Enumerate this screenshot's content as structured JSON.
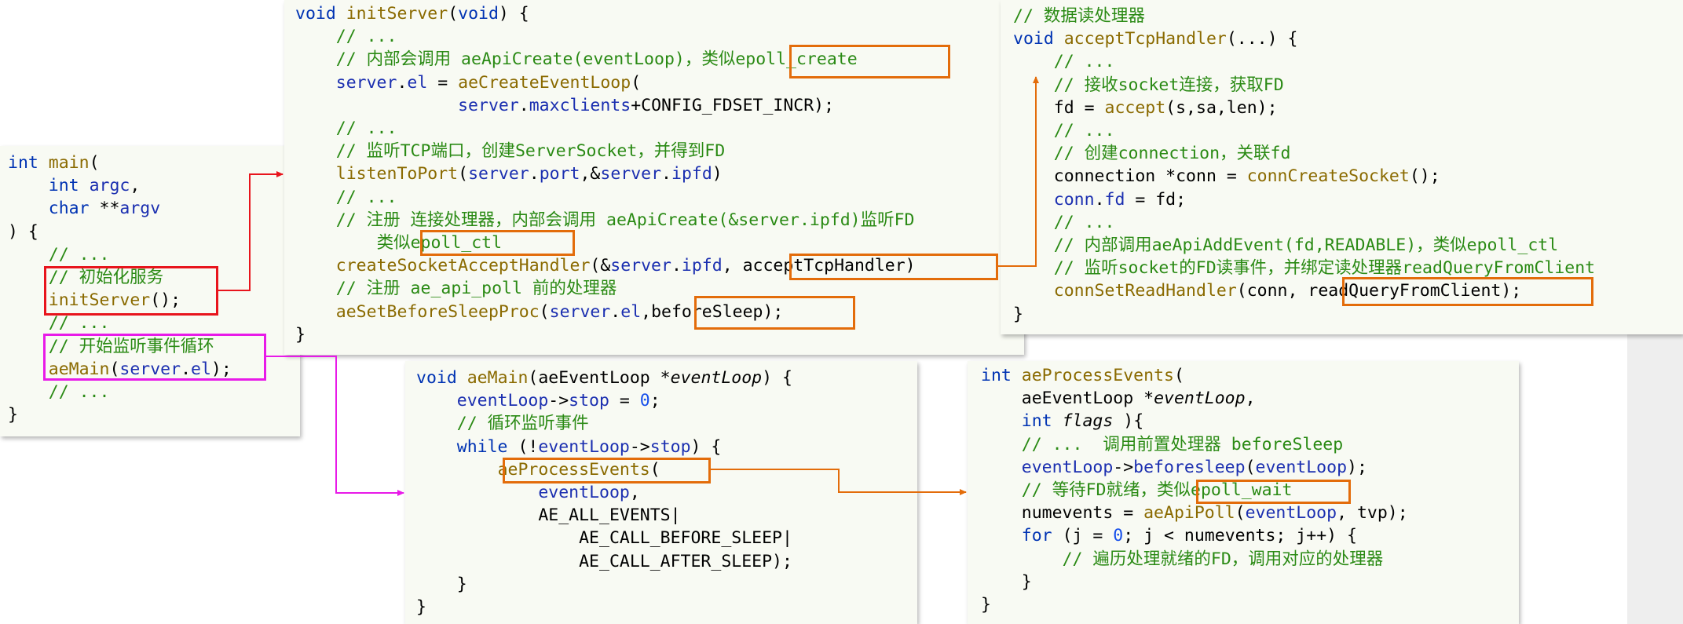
{
  "colors": {
    "keyword": "#0033b3",
    "function": "#8a6a00",
    "field": "#1b2fb0",
    "comment": "#2a8a14",
    "number": "#1750eb",
    "highlight_orange": "#e36c0a",
    "highlight_red": "#e8141c",
    "highlight_magenta": "#e81ae8",
    "panel_background": "#f8faf3"
  },
  "main": {
    "lines": [
      [
        {
          "t": "int",
          "c": "kw"
        },
        {
          "t": " "
        },
        {
          "t": "main",
          "c": "fn"
        },
        {
          "t": "("
        }
      ],
      [
        {
          "t": "    "
        },
        {
          "t": "int",
          "c": "kw"
        },
        {
          "t": " "
        },
        {
          "t": "argc",
          "c": "fd"
        },
        {
          "t": ","
        }
      ],
      [
        {
          "t": "    "
        },
        {
          "t": "char",
          "c": "kw"
        },
        {
          "t": " **"
        },
        {
          "t": "argv",
          "c": "fd"
        }
      ],
      [
        {
          "t": ") {"
        }
      ],
      [
        {
          "t": "    "
        },
        {
          "t": "// ...",
          "c": "cm"
        }
      ],
      [
        {
          "t": "    "
        },
        {
          "t": "// 初始化服务",
          "c": "cm"
        }
      ],
      [
        {
          "t": "    "
        },
        {
          "t": "initServer",
          "c": "fn"
        },
        {
          "t": "();"
        }
      ],
      [
        {
          "t": "    "
        },
        {
          "t": "// ...",
          "c": "cm"
        }
      ],
      [
        {
          "t": "    "
        },
        {
          "t": "// 开始监听事件循环",
          "c": "cm"
        }
      ],
      [
        {
          "t": "    "
        },
        {
          "t": "aeMain",
          "c": "fn"
        },
        {
          "t": "("
        },
        {
          "t": "server",
          "c": "fd"
        },
        {
          "t": "."
        },
        {
          "t": "el",
          "c": "fd"
        },
        {
          "t": ");"
        }
      ],
      [
        {
          "t": "    "
        },
        {
          "t": "// ...",
          "c": "cm"
        }
      ],
      [
        {
          "t": "}"
        }
      ]
    ]
  },
  "init_server": {
    "lines": [
      [
        {
          "t": "void",
          "c": "kw"
        },
        {
          "t": " "
        },
        {
          "t": "initServer",
          "c": "fn"
        },
        {
          "t": "("
        },
        {
          "t": "void",
          "c": "kw"
        },
        {
          "t": ") {"
        }
      ],
      [
        {
          "t": "    "
        },
        {
          "t": "// ...",
          "c": "cm"
        }
      ],
      [
        {
          "t": "    "
        },
        {
          "t": "// 内部会调用 aeApiCreate(eventLoop)，类似epoll_create",
          "c": "cm"
        }
      ],
      [
        {
          "t": "    "
        },
        {
          "t": "server",
          "c": "fd"
        },
        {
          "t": "."
        },
        {
          "t": "el",
          "c": "fd"
        },
        {
          "t": " = "
        },
        {
          "t": "aeCreateEventLoop",
          "c": "fn"
        },
        {
          "t": "("
        }
      ],
      [
        {
          "t": "                "
        },
        {
          "t": "server",
          "c": "fd"
        },
        {
          "t": "."
        },
        {
          "t": "maxclients",
          "c": "fd"
        },
        {
          "t": "+CONFIG_FDSET_INCR);"
        }
      ],
      [
        {
          "t": "    "
        },
        {
          "t": "// ...",
          "c": "cm"
        }
      ],
      [
        {
          "t": "    "
        },
        {
          "t": "// 监听TCP端口，创建ServerSocket，并得到FD",
          "c": "cm"
        }
      ],
      [
        {
          "t": "    "
        },
        {
          "t": "listenToPort",
          "c": "fn"
        },
        {
          "t": "("
        },
        {
          "t": "server",
          "c": "fd"
        },
        {
          "t": "."
        },
        {
          "t": "port",
          "c": "fd"
        },
        {
          "t": ",&"
        },
        {
          "t": "server",
          "c": "fd"
        },
        {
          "t": "."
        },
        {
          "t": "ipfd",
          "c": "fd"
        },
        {
          "t": ")"
        }
      ],
      [
        {
          "t": "    "
        },
        {
          "t": "// ...",
          "c": "cm"
        }
      ],
      [
        {
          "t": "    "
        },
        {
          "t": "// 注册 连接处理器，内部会调用 aeApiCreate(&server.ipfd)监听FD",
          "c": "cm"
        }
      ],
      [
        {
          "t": "        "
        },
        {
          "t": "类似epoll_ctl",
          "c": "cm"
        }
      ],
      [
        {
          "t": "    "
        },
        {
          "t": "createSocketAcceptHandler",
          "c": "fn"
        },
        {
          "t": "(&"
        },
        {
          "t": "server",
          "c": "fd"
        },
        {
          "t": "."
        },
        {
          "t": "ipfd",
          "c": "fd"
        },
        {
          "t": ", acceptTcpHandler)"
        }
      ],
      [
        {
          "t": "    "
        },
        {
          "t": "// 注册 ae_api_poll 前的处理器",
          "c": "cm"
        }
      ],
      [
        {
          "t": "    "
        },
        {
          "t": "aeSetBeforeSleepProc",
          "c": "fn"
        },
        {
          "t": "("
        },
        {
          "t": "server",
          "c": "fd"
        },
        {
          "t": "."
        },
        {
          "t": "el",
          "c": "fd"
        },
        {
          "t": ",beforeSleep);"
        }
      ],
      [
        {
          "t": "}"
        }
      ]
    ]
  },
  "accept_handler": {
    "lines": [
      [
        {
          "t": "// 数据读处理器",
          "c": "cm"
        }
      ],
      [
        {
          "t": "void",
          "c": "kw"
        },
        {
          "t": " "
        },
        {
          "t": "acceptTcpHandler",
          "c": "fn"
        },
        {
          "t": "(...) {"
        }
      ],
      [
        {
          "t": "    "
        },
        {
          "t": "// ...",
          "c": "cm"
        }
      ],
      [
        {
          "t": "    "
        },
        {
          "t": "// 接收socket连接，获取FD",
          "c": "cm"
        }
      ],
      [
        {
          "t": "    fd = "
        },
        {
          "t": "accept",
          "c": "fn"
        },
        {
          "t": "(s,sa,len);"
        }
      ],
      [
        {
          "t": "    "
        },
        {
          "t": "// ...",
          "c": "cm"
        }
      ],
      [
        {
          "t": "    "
        },
        {
          "t": "// 创建connection，关联fd",
          "c": "cm"
        }
      ],
      [
        {
          "t": "    connection *conn = "
        },
        {
          "t": "connCreateSocket",
          "c": "fn"
        },
        {
          "t": "();"
        }
      ],
      [
        {
          "t": "    "
        },
        {
          "t": "conn",
          "c": "fd"
        },
        {
          "t": "."
        },
        {
          "t": "fd",
          "c": "fd"
        },
        {
          "t": " = fd;"
        }
      ],
      [
        {
          "t": "    "
        },
        {
          "t": "// ...",
          "c": "cm"
        }
      ],
      [
        {
          "t": "    "
        },
        {
          "t": "// 内部调用aeApiAddEvent(fd,READABLE)，类似epoll_ctl",
          "c": "cm"
        }
      ],
      [
        {
          "t": "    "
        },
        {
          "t": "// 监听socket的FD读事件，并绑定读处理器readQueryFromClient",
          "c": "cm"
        }
      ],
      [
        {
          "t": "    "
        },
        {
          "t": "connSetReadHandler",
          "c": "fn"
        },
        {
          "t": "(conn, readQueryFromClient);"
        }
      ],
      [
        {
          "t": "}"
        }
      ]
    ]
  },
  "ae_main": {
    "lines": [
      [
        {
          "t": "void",
          "c": "kw"
        },
        {
          "t": " "
        },
        {
          "t": "aeMain",
          "c": "fn"
        },
        {
          "t": "(aeEventLoop *"
        },
        {
          "t": "eventLoop",
          "c": "it"
        },
        {
          "t": ") {"
        }
      ],
      [
        {
          "t": "    "
        },
        {
          "t": "eventLoop",
          "c": "fd"
        },
        {
          "t": "->"
        },
        {
          "t": "stop",
          "c": "fd"
        },
        {
          "t": " = "
        },
        {
          "t": "0",
          "c": "nm"
        },
        {
          "t": ";"
        }
      ],
      [
        {
          "t": "    "
        },
        {
          "t": "// 循环监听事件",
          "c": "cm"
        }
      ],
      [
        {
          "t": "    "
        },
        {
          "t": "while",
          "c": "kw"
        },
        {
          "t": " (!"
        },
        {
          "t": "eventLoop",
          "c": "fd"
        },
        {
          "t": "->"
        },
        {
          "t": "stop",
          "c": "fd"
        },
        {
          "t": ") {"
        }
      ],
      [
        {
          "t": "        "
        },
        {
          "t": "aeProcessEvents",
          "c": "fn"
        },
        {
          "t": "("
        }
      ],
      [
        {
          "t": "            "
        },
        {
          "t": "eventLoop",
          "c": "fd"
        },
        {
          "t": ","
        }
      ],
      [
        {
          "t": "            AE_ALL_EVENTS|"
        }
      ],
      [
        {
          "t": "                AE_CALL_BEFORE_SLEEP|"
        }
      ],
      [
        {
          "t": "                AE_CALL_AFTER_SLEEP);"
        }
      ],
      [
        {
          "t": "    }"
        }
      ],
      [
        {
          "t": "}"
        }
      ]
    ]
  },
  "process_events": {
    "lines": [
      [
        {
          "t": "int",
          "c": "kw"
        },
        {
          "t": " "
        },
        {
          "t": "aeProcessEvents",
          "c": "fn"
        },
        {
          "t": "("
        }
      ],
      [
        {
          "t": "    aeEventLoop *"
        },
        {
          "t": "eventLoop",
          "c": "it"
        },
        {
          "t": ","
        }
      ],
      [
        {
          "t": "    "
        },
        {
          "t": "int",
          "c": "kw"
        },
        {
          "t": " "
        },
        {
          "t": "flags",
          "c": "it"
        },
        {
          "t": " ){"
        }
      ],
      [
        {
          "t": "    "
        },
        {
          "t": "// ...  调用前置处理器 beforeSleep",
          "c": "cm"
        }
      ],
      [
        {
          "t": "    "
        },
        {
          "t": "eventLoop",
          "c": "fd"
        },
        {
          "t": "->"
        },
        {
          "t": "beforesleep",
          "c": "fd"
        },
        {
          "t": "("
        },
        {
          "t": "eventLoop",
          "c": "fd"
        },
        {
          "t": ");"
        }
      ],
      [
        {
          "t": "    "
        },
        {
          "t": "// 等待FD就绪，类似epoll_wait",
          "c": "cm"
        }
      ],
      [
        {
          "t": "    numevents = "
        },
        {
          "t": "aeApiPoll",
          "c": "fn"
        },
        {
          "t": "("
        },
        {
          "t": "eventLoop",
          "c": "fd"
        },
        {
          "t": ", tvp);"
        }
      ],
      [
        {
          "t": "    "
        },
        {
          "t": "for",
          "c": "kw"
        },
        {
          "t": " (j = "
        },
        {
          "t": "0",
          "c": "nm"
        },
        {
          "t": "; j < numevents; j++) {"
        }
      ],
      [
        {
          "t": "        "
        },
        {
          "t": "// 遍历处理就绪的FD，调用对应的处理器",
          "c": "cm"
        }
      ],
      [
        {
          "t": "    }"
        }
      ],
      [
        {
          "t": "}"
        }
      ]
    ]
  }
}
